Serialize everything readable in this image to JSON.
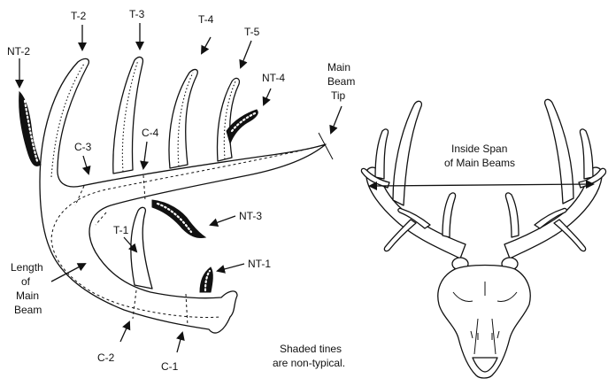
{
  "labels": {
    "t2": "T-2",
    "t3": "T-3",
    "t4": "T-4",
    "t5": "T-5",
    "nt2": "NT-2",
    "nt4": "NT-4",
    "main_beam_tip": [
      "Main",
      "Beam",
      "Tip"
    ],
    "c3": "C-3",
    "c4": "C-4",
    "nt3": "NT-3",
    "t1": "T-1",
    "nt1": "NT-1",
    "length_of_main_beam": [
      "Length",
      "of",
      "Main",
      "Beam"
    ],
    "c2": "C-2",
    "c1": "C-1",
    "note": [
      "Shaded tines",
      "are non-typical."
    ],
    "inside_span": [
      "Inside Span",
      "of Main Beams"
    ]
  }
}
